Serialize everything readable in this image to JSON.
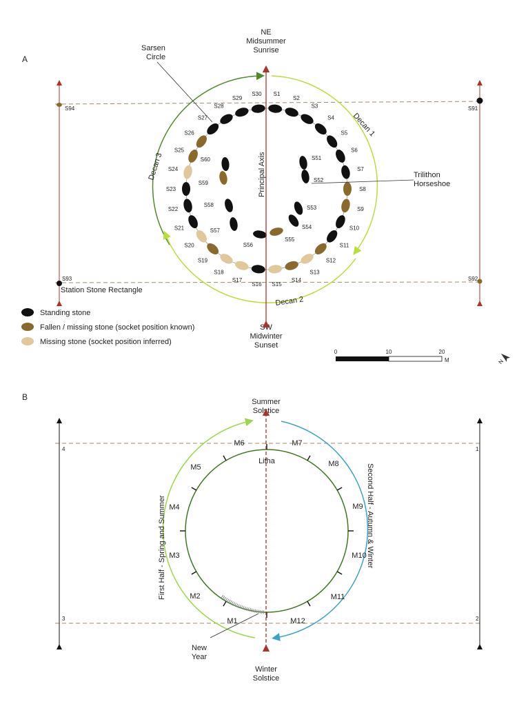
{
  "colors": {
    "axis": "#b0302a",
    "standing": "#111111",
    "fallen": "#8a6a2c",
    "missing": "#e0c89a",
    "dash": "#a08a6a",
    "decan_dark": "#4e8a2a",
    "decan_light": "#b9de3a",
    "first_half": "#9ad84a",
    "second_half": "#3aa3c8",
    "month_ring": "#3f7a22"
  },
  "panel_a": {
    "label": "A",
    "top_axis": [
      "NE",
      "Midsummer",
      "Sunrise"
    ],
    "bottom_axis": [
      "SW",
      "Midwinter",
      "Sunset"
    ],
    "principal_axis": "Principal Axis",
    "sarsen_circle": [
      "Sarsen",
      "Circle"
    ],
    "trilithon": [
      "Trilithon",
      "Horseshoe"
    ],
    "station_stone_rectangle": "Station Stone Rectangle",
    "decans": [
      "Decan 1",
      "Decan 2",
      "Decan 3"
    ],
    "station_stones": [
      "S91",
      "S92",
      "S93",
      "S94"
    ],
    "sarsen_stones": [
      {
        "id": "S1",
        "status": "standing"
      },
      {
        "id": "S2",
        "status": "standing"
      },
      {
        "id": "S3",
        "status": "standing"
      },
      {
        "id": "S4",
        "status": "standing"
      },
      {
        "id": "S5",
        "status": "standing"
      },
      {
        "id": "S6",
        "status": "standing"
      },
      {
        "id": "S7",
        "status": "standing"
      },
      {
        "id": "S8",
        "status": "fallen"
      },
      {
        "id": "S9",
        "status": "fallen"
      },
      {
        "id": "S10",
        "status": "standing"
      },
      {
        "id": "S11",
        "status": "standing"
      },
      {
        "id": "S12",
        "status": "fallen"
      },
      {
        "id": "S13",
        "status": "missing"
      },
      {
        "id": "S14",
        "status": "fallen"
      },
      {
        "id": "S15",
        "status": "missing"
      },
      {
        "id": "S16",
        "status": "standing"
      },
      {
        "id": "S17",
        "status": "missing"
      },
      {
        "id": "S18",
        "status": "missing"
      },
      {
        "id": "S19",
        "status": "fallen"
      },
      {
        "id": "S20",
        "status": "missing"
      },
      {
        "id": "S21",
        "status": "standing"
      },
      {
        "id": "S22",
        "status": "standing"
      },
      {
        "id": "S23",
        "status": "standing"
      },
      {
        "id": "S24",
        "status": "missing"
      },
      {
        "id": "S25",
        "status": "fallen"
      },
      {
        "id": "S26",
        "status": "fallen"
      },
      {
        "id": "S27",
        "status": "standing"
      },
      {
        "id": "S28",
        "status": "standing"
      },
      {
        "id": "S29",
        "status": "standing"
      },
      {
        "id": "S30",
        "status": "standing"
      }
    ],
    "horseshoe_stones": [
      {
        "id": "S51",
        "status": "standing"
      },
      {
        "id": "S52",
        "status": "standing"
      },
      {
        "id": "S53",
        "status": "standing"
      },
      {
        "id": "S54",
        "status": "standing"
      },
      {
        "id": "S55",
        "status": "fallen"
      },
      {
        "id": "S56",
        "status": "standing"
      },
      {
        "id": "S57",
        "status": "standing"
      },
      {
        "id": "S58",
        "status": "standing"
      },
      {
        "id": "S59",
        "status": "fallen"
      },
      {
        "id": "S60",
        "status": "standing"
      }
    ],
    "legend": [
      {
        "status": "standing",
        "label": "Standing stone"
      },
      {
        "status": "fallen",
        "label": "Fallen / missing stone (socket position known)"
      },
      {
        "status": "missing",
        "label": "Missing stone (socket position inferred)"
      }
    ],
    "scale": {
      "ticks": [
        "0",
        "10",
        "20"
      ],
      "unit": "M"
    },
    "north_label": "N"
  },
  "panel_b": {
    "label": "B",
    "top": [
      "Summer",
      "Solstice"
    ],
    "bottom": [
      "Winter",
      "Solstice"
    ],
    "litha": "Litha",
    "new_year": [
      "New",
      "Year"
    ],
    "first_half": "First Half - Spring and Summer",
    "second_half": "Second Half - Autumn & Winter",
    "months": [
      "M1",
      "M2",
      "M3",
      "M4",
      "M5",
      "M6",
      "M7",
      "M8",
      "M9",
      "M10",
      "M11",
      "M12"
    ],
    "corners": [
      "1",
      "2",
      "3",
      "4"
    ]
  }
}
